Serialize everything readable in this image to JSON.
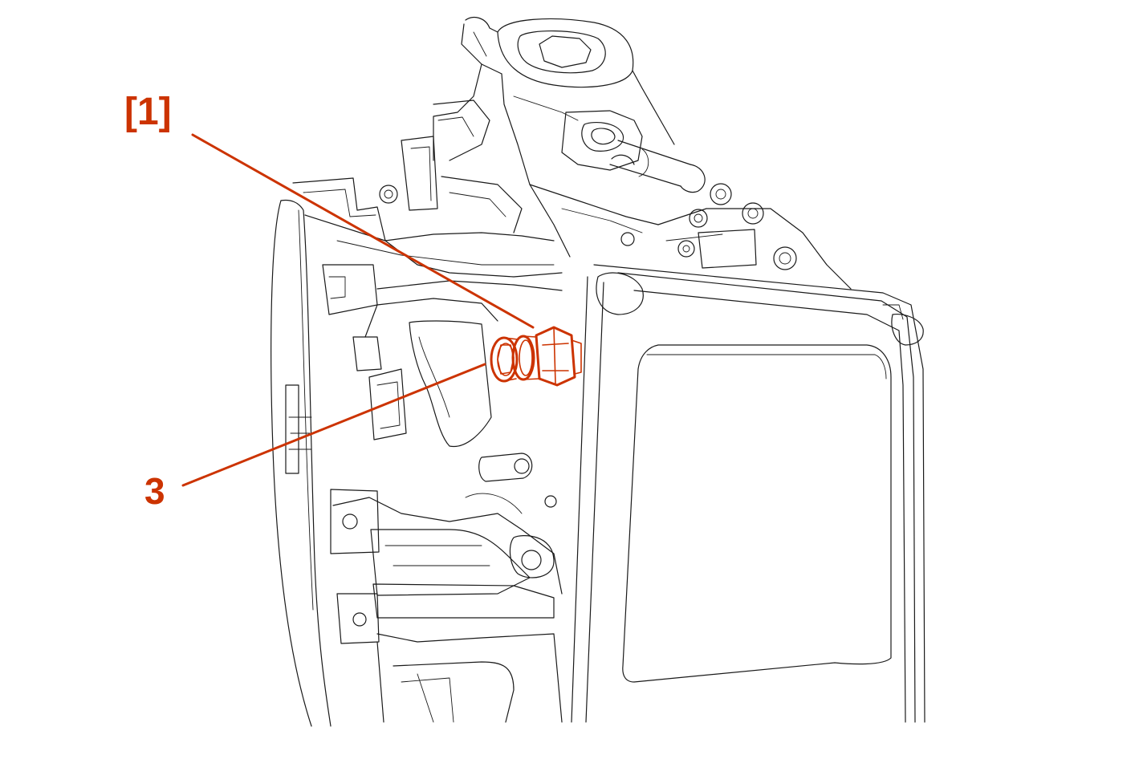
{
  "callouts": [
    {
      "id": "callout-1",
      "text": "[1]"
    },
    {
      "id": "callout-3",
      "text": "3"
    }
  ],
  "colors": {
    "highlight": "#cc3300",
    "outline": "#1a1a1a",
    "background": "#ffffff"
  }
}
